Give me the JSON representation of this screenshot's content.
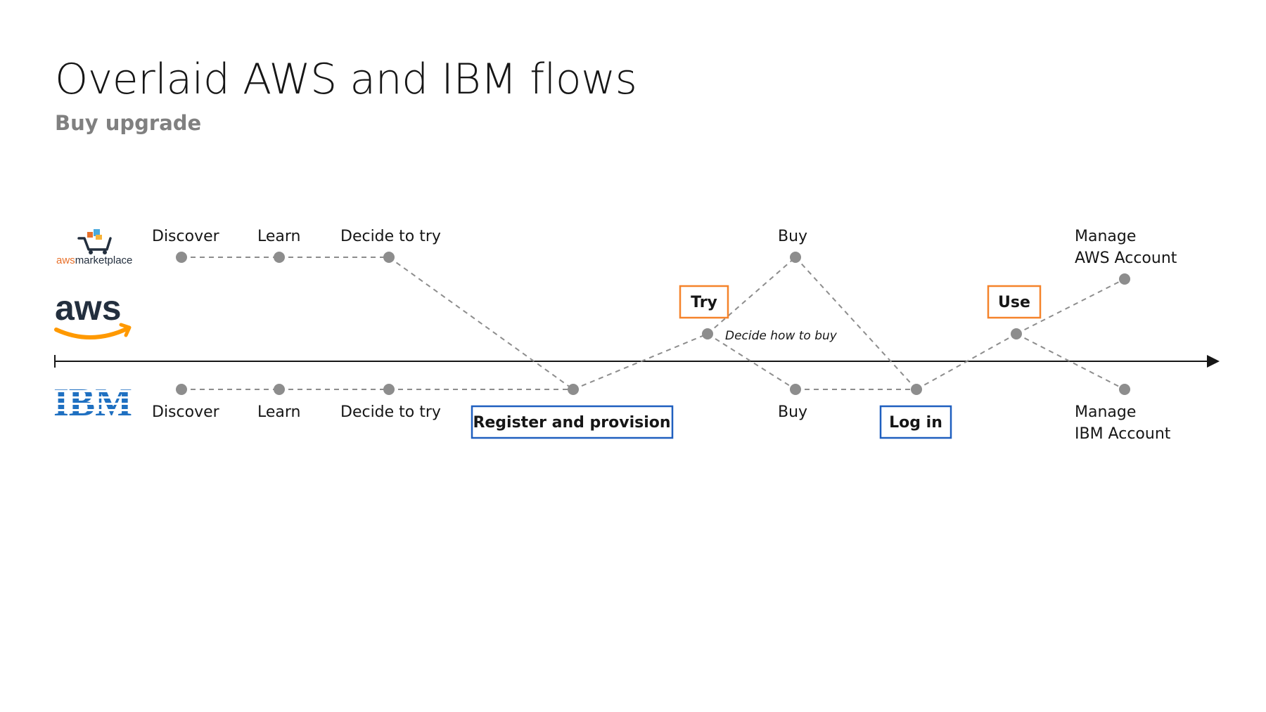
{
  "title": "Overlaid AWS and IBM flows",
  "subtitle": "Buy upgrade",
  "logos": {
    "aws_marketplace": {
      "prefix": "aws",
      "suffix": "marketplace"
    },
    "aws": {
      "text": "aws"
    },
    "ibm": {
      "text": "IBM"
    }
  },
  "aws_steps": {
    "discover": "Discover",
    "learn": "Learn",
    "decide_to_try": "Decide to try",
    "buy": "Buy",
    "manage_line1": "Manage",
    "manage_line2": "AWS Account"
  },
  "ibm_steps": {
    "discover": "Discover",
    "learn": "Learn",
    "decide_to_try": "Decide to try",
    "buy": "Buy",
    "manage_line1": "Manage",
    "manage_line2": "IBM Account"
  },
  "shared": {
    "decide_how_to_buy": "Decide how to buy"
  },
  "boxes": {
    "try": "Try",
    "use": "Use",
    "register_and_provision": "Register and provision",
    "log_in": "Log in"
  },
  "colors": {
    "aws_box": "#f5832a",
    "ibm_box": "#1f5fbf",
    "ibm_blue": "#1f70c1",
    "aws_orange": "#ff9900",
    "aws_navy": "#232f3e",
    "node": "#8d8d8d",
    "connector": "#8d8d8d",
    "subtitle": "#808080"
  }
}
